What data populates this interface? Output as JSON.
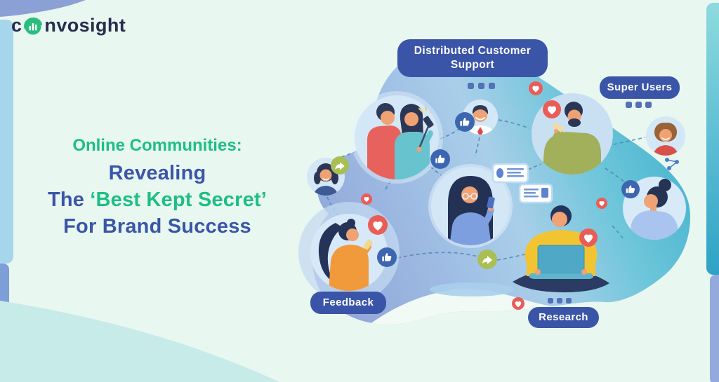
{
  "page": {
    "background_color": "#E9F7F1"
  },
  "logo": {
    "name": "convosight",
    "prefix": "c",
    "suffix": "nvosight",
    "text_color": "#272D4E",
    "accent_color": "#27BE7E"
  },
  "headline": {
    "line1": "Online Communities:",
    "line2": "Revealing",
    "line3_lead": "The",
    "line3_highlight": "‘Best Kept Secret’",
    "line4": "For Brand Success",
    "green_color": "#1DBE87",
    "blue_color": "#3A56A8"
  },
  "callouts": {
    "distributed_customer_support": "Distributed Customer Support",
    "super_users": "Super Users",
    "feedback": "Feedback",
    "research": "Research",
    "pill_color": "#3A55A8",
    "text_color": "#FFFFFF"
  },
  "illustration": {
    "badge_colors": {
      "heart": "#EA5D57",
      "thumbs_up": "#3D66B0",
      "share": "#A9BF55"
    },
    "blob_colors": [
      "#8FA3D7",
      "#A9CFE9",
      "#6EC6DA",
      "#41B1CD"
    ],
    "icons": [
      "heart-icon",
      "thumbs-up-icon",
      "share-arrow-icon",
      "comment-card-icon",
      "network-icon",
      "ellipsis-dots-icon",
      "sparkle-icon"
    ],
    "avatars": [
      "couple-taking-selfie",
      "waving-woman",
      "smiling-support-agent",
      "man-browsing-phone",
      "super-user-woman",
      "woman-profile-with-bun",
      "woman-reading-phone",
      "feedback-woman-with-phone",
      "researcher-with-laptop"
    ]
  }
}
